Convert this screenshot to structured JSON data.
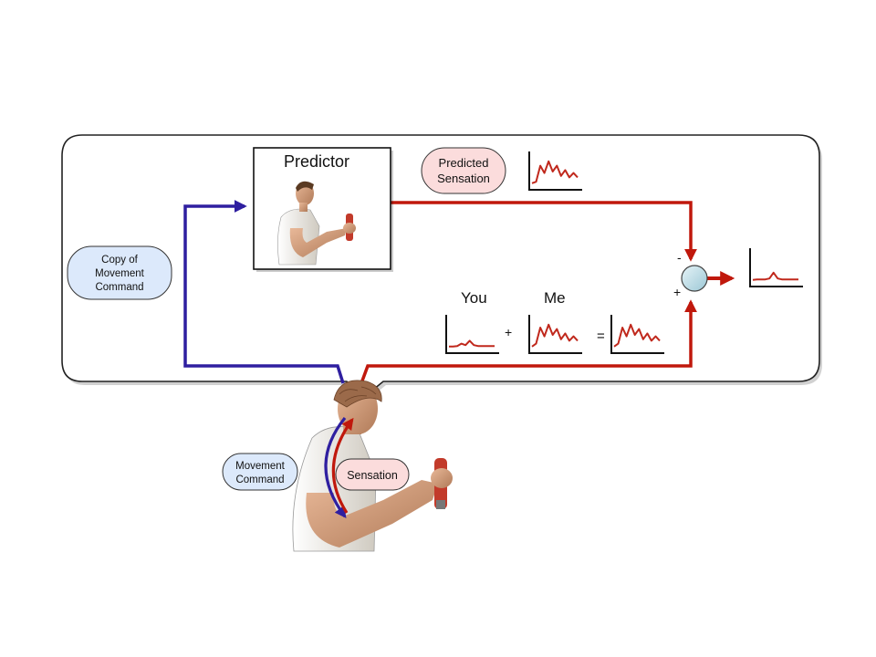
{
  "colors": {
    "motor_path": "#2f1fa0",
    "sensory_path": "#c0180c",
    "trace": "#c0281c",
    "blue_bubble_fill": "#dce9fb",
    "pink_bubble_fill": "#fbdcdc",
    "comparator_fill": "#cfe6ee"
  },
  "predictor": {
    "title": "Predictor",
    "subscript": "*"
  },
  "labels": {
    "predicted_sensation": [
      "Predicted",
      "Sensation"
    ],
    "copy_of_movement_command": [
      "Copy  of",
      "Movement",
      "Command"
    ],
    "movement_command": [
      "Movement",
      "Command"
    ],
    "sensation": "Sensation",
    "you": "You",
    "me": "Me",
    "plus_op": "+",
    "equals_op": "=",
    "minus_sign": "-",
    "plus_sign": "+"
  },
  "signals": {
    "predicted": [
      0.1,
      0.15,
      0.7,
      0.45,
      0.85,
      0.5,
      0.7,
      0.35,
      0.55,
      0.3,
      0.45,
      0.3
    ],
    "you": [
      0.1,
      0.1,
      0.12,
      0.2,
      0.15,
      0.3,
      0.15,
      0.12,
      0.12,
      0.12,
      0.12,
      0.12
    ],
    "me": [
      0.1,
      0.2,
      0.75,
      0.45,
      0.85,
      0.5,
      0.7,
      0.35,
      0.55,
      0.3,
      0.45,
      0.3
    ],
    "sum": [
      0.1,
      0.2,
      0.75,
      0.45,
      0.85,
      0.5,
      0.7,
      0.35,
      0.55,
      0.3,
      0.45,
      0.3
    ],
    "output": [
      0.1,
      0.12,
      0.12,
      0.12,
      0.15,
      0.35,
      0.15,
      0.12,
      0.12,
      0.12,
      0.12,
      0.12
    ]
  }
}
